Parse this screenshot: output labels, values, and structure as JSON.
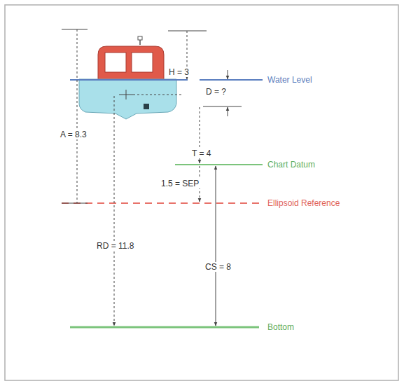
{
  "diagram": {
    "labels": [
      "H = 3",
      "D = ?",
      "Water Level",
      "A = 8.3",
      "T = 4",
      "Chart Datum",
      "1.5 = SEP",
      "Ellipsoid Reference",
      "RD = 11.8",
      "CS = 8",
      "Bottom"
    ]
  }
}
